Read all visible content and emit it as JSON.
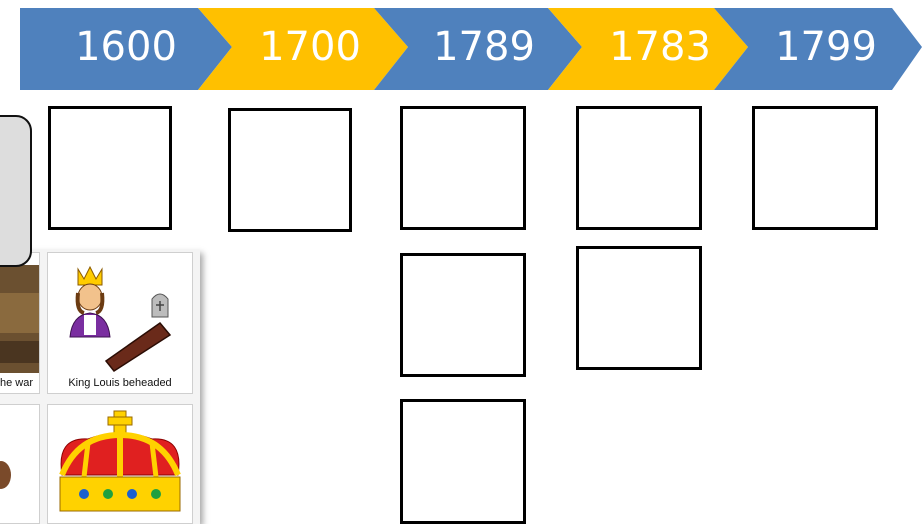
{
  "timeline": {
    "years": [
      {
        "label": "1600",
        "color": "#4f81bd"
      },
      {
        "label": "1700",
        "color": "#ffc000"
      },
      {
        "label": "1789",
        "color": "#4f81bd"
      },
      {
        "label": "1783",
        "color": "#ffc000"
      },
      {
        "label": "1799",
        "color": "#4f81bd"
      }
    ]
  },
  "cards": [
    {
      "caption": "he war",
      "icon": "war-painting-icon"
    },
    {
      "caption": "King Louis beheaded",
      "icon": "king-louis-coffin-icon"
    },
    {
      "caption": "",
      "icon": "person-silhouette-icon"
    },
    {
      "caption": "",
      "icon": "royal-crown-icon"
    }
  ],
  "colors": {
    "blue": "#4f81bd",
    "gold": "#ffc000"
  }
}
